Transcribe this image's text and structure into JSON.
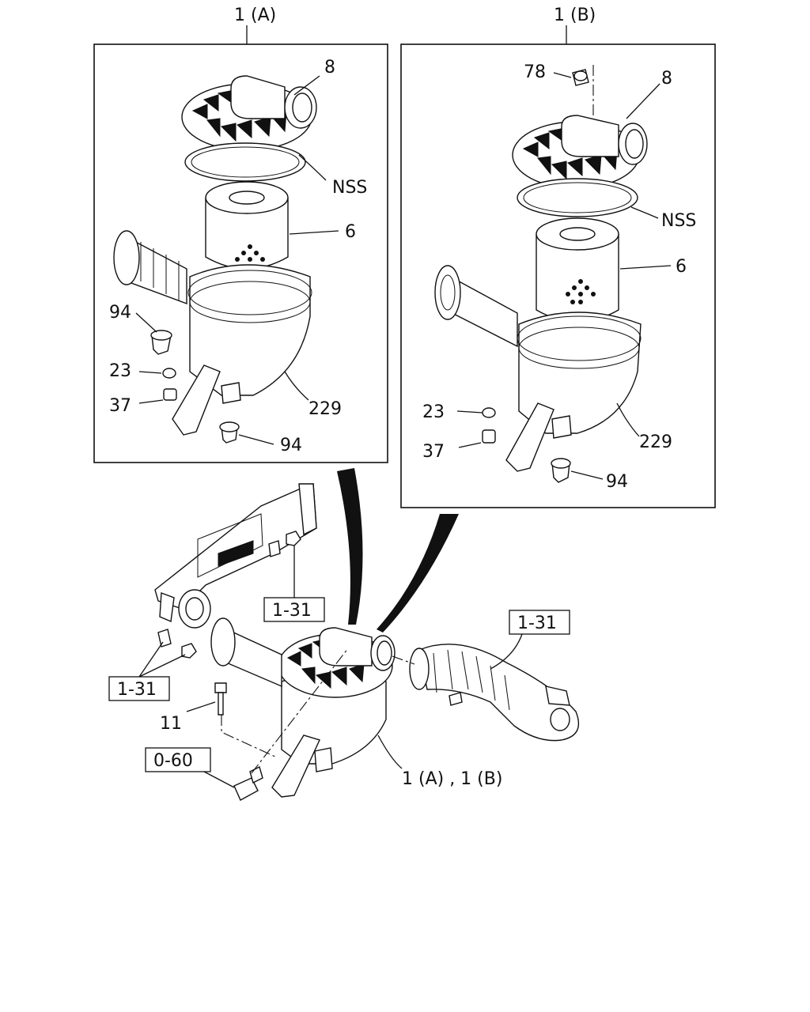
{
  "panels": {
    "a": {
      "title": "1 (A)",
      "labels": {
        "p8": "8",
        "nss": "NSS",
        "p6": "6",
        "p94a": "94",
        "p23": "23",
        "p37": "37",
        "p229": "229",
        "p94b": "94"
      }
    },
    "b": {
      "title": "1 (B)",
      "labels": {
        "p78": "78",
        "p8": "8",
        "nss": "NSS",
        "p6": "6",
        "p23": "23",
        "p37": "37",
        "p229": "229",
        "p94": "94"
      }
    }
  },
  "assembly": {
    "ref_bracket": "1-31",
    "ref_bolts": "1-31",
    "ref_hose": "1-31",
    "ref_sensor": "0-60",
    "p11": "11",
    "assy_label": "1 (A) , 1 (B)"
  }
}
